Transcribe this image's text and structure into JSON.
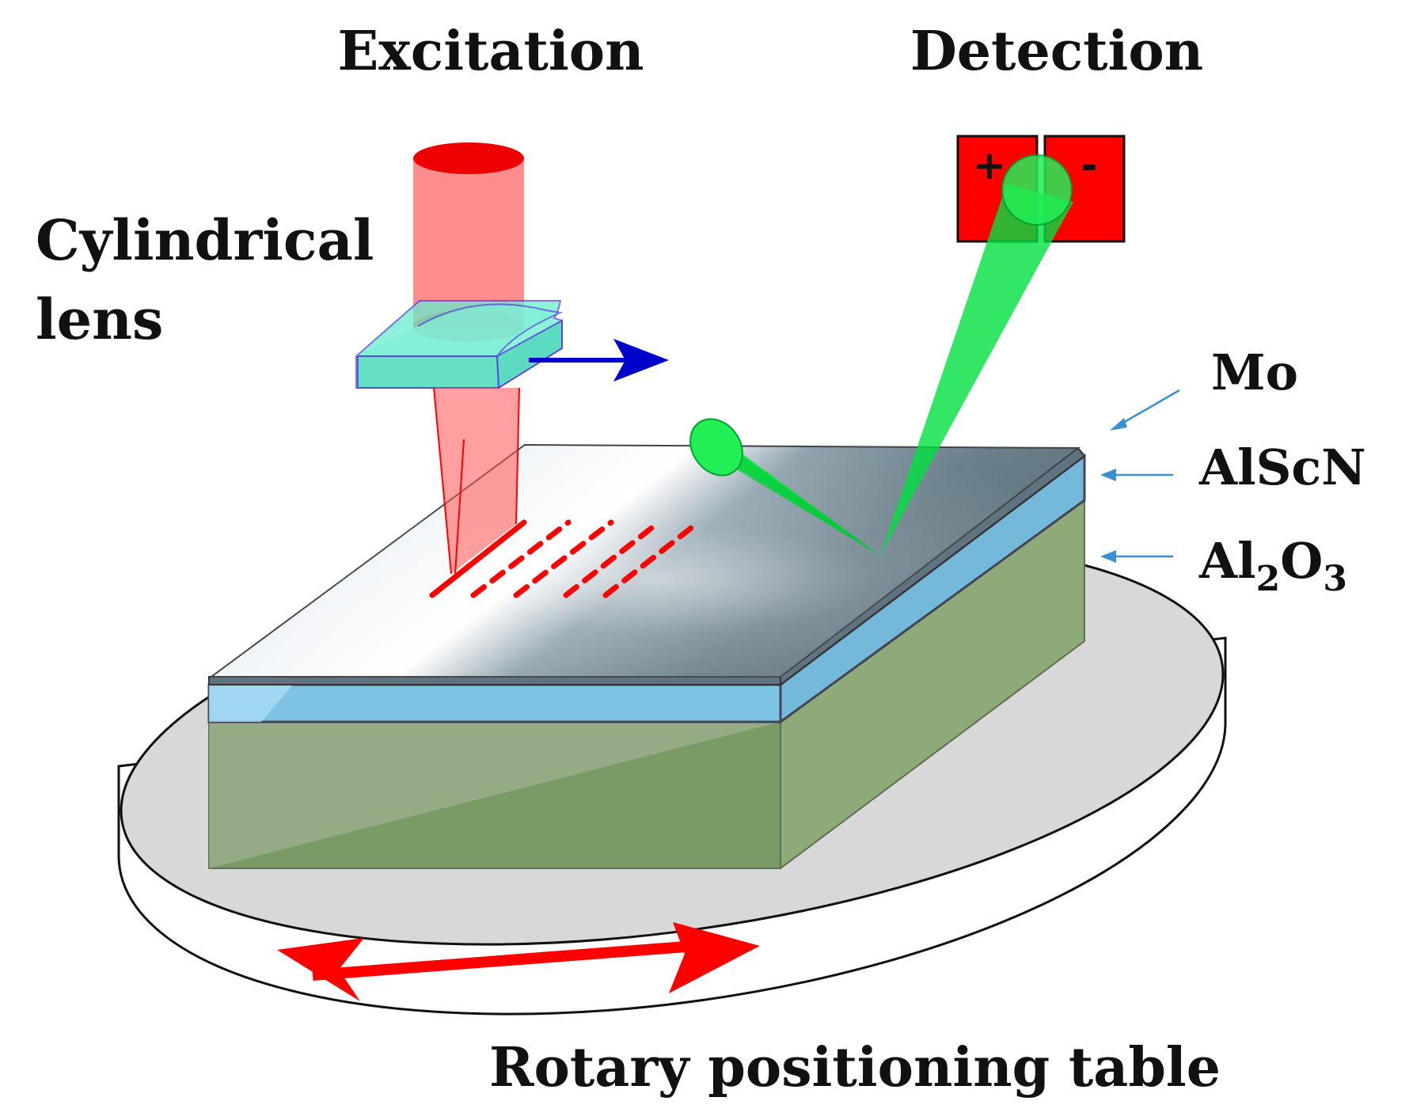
{
  "labels": {
    "excitation": "Excitation",
    "detection": "Detection",
    "cylindrical_line1": "Cylindrical",
    "cylindrical_line2": "lens",
    "mo": "Mo",
    "alscn": "AlScN",
    "al2o3_base": "Al",
    "al2o3_sub1": "2",
    "al2o3_mid": "O",
    "al2o3_sub2": "3",
    "rotary_table": "Rotary positioning table"
  },
  "detector": {
    "plus_sign": "+",
    "minus_sign": "-"
  },
  "colors": {
    "laser_red": "#ff0000",
    "beam_fill": "#ff5050",
    "probe_green": "#00e040",
    "lens_cyan": "#66eecc",
    "arrow_blue": "#0000cc",
    "pointer_blue": "#3a8fd0",
    "alscn_layer": "#7fc3e4",
    "substrate_green": "#6f9a5c",
    "table_gray": "#d8d8d8"
  },
  "icons": {
    "lens_motion_arrow": "arrow-right",
    "rotation_arrow": "double-headed-curved-arrow"
  }
}
